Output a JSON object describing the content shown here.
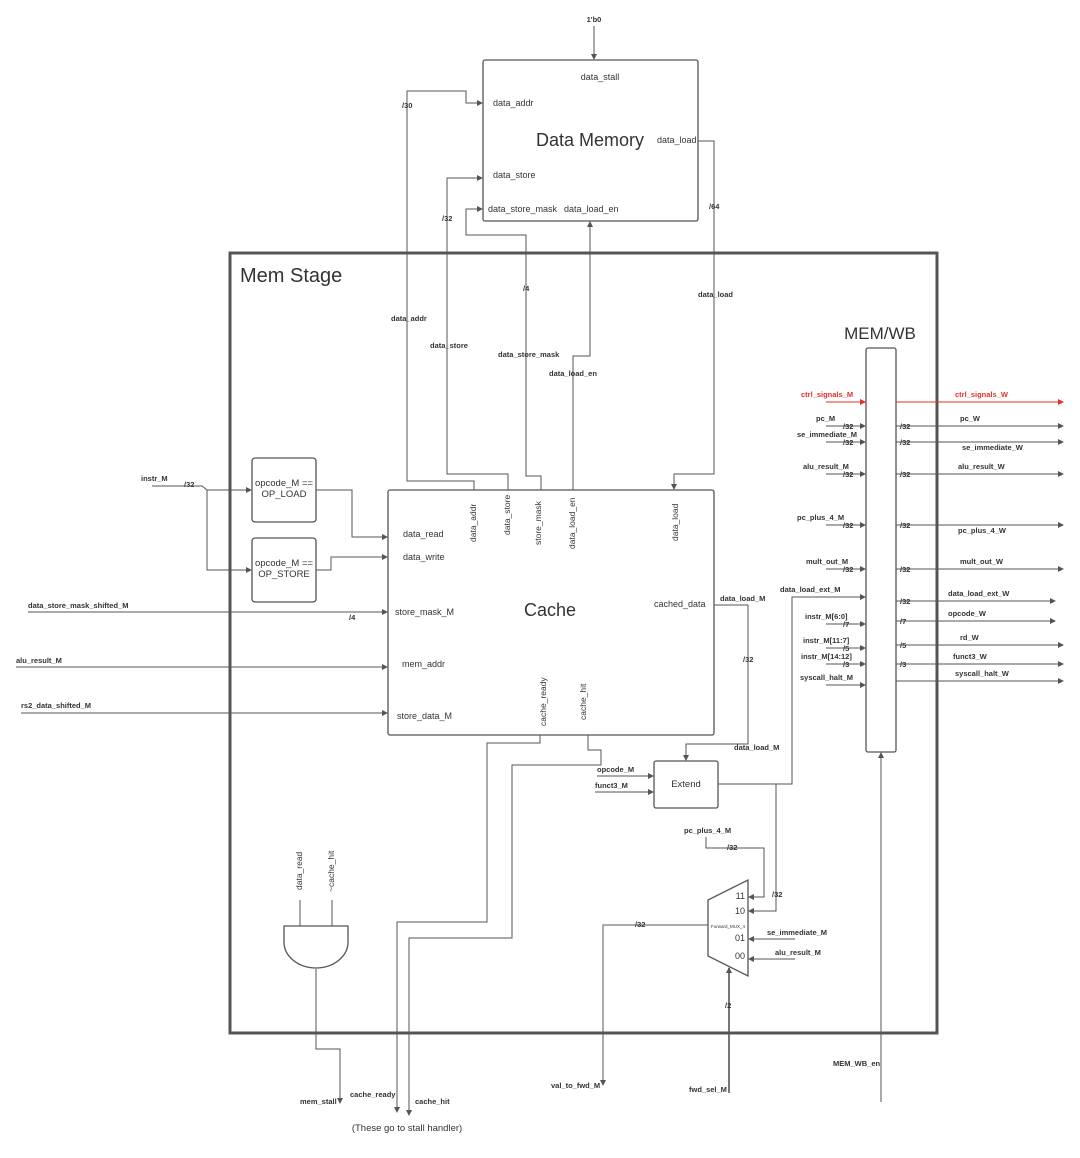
{
  "diagram": {
    "stage_title": "Mem Stage",
    "data_memory": {
      "title": "Data Memory",
      "ports": {
        "data_stall": "data_stall",
        "data_addr": "data_addr",
        "data_load": "data_load",
        "data_store": "data_store",
        "data_store_mask": "data_store_mask",
        "data_load_en": "data_load_en"
      },
      "const_input": "1'b0"
    },
    "cache": {
      "title": "Cache",
      "ports": {
        "data_read": "data_read",
        "data_write": "data_write",
        "store_mask_M": "store_mask_M",
        "mem_addr": "mem_addr",
        "store_data_M": "store_data_M",
        "cached_data": "cached_data",
        "data_addr": "data_addr",
        "data_store": "data_store",
        "store_mask": "store_mask",
        "data_load_en": "data_load_en",
        "data_load": "data_load",
        "cache_ready": "cache_ready",
        "cache_hit": "cache_hit"
      }
    },
    "opcode_load": {
      "line1": "opcode_M ==",
      "line2": "OP_LOAD"
    },
    "opcode_store": {
      "line1": "opcode_M ==",
      "line2": "OP_STORE"
    },
    "extend": {
      "title": "Extend"
    },
    "mux": {
      "title": "Forward_MUX_4",
      "inputs": [
        "11",
        "10",
        "01",
        "00"
      ]
    },
    "mem_wb": {
      "title": "MEM/WB"
    },
    "and_gate": {
      "inputs": [
        "data_read",
        "~cache_hit"
      ]
    },
    "signals": {
      "instr_M": "instr_M",
      "data_store_mask_shifted_M": "data_store_mask_shifted_M",
      "alu_result_M": "alu_result_M",
      "rs2_data_shifted_M": "rs2_data_shifted_M",
      "data_addr_wire": "data_addr",
      "data_store_wire": "data_store",
      "data_store_mask_wire": "data_store_mask",
      "data_load_en_wire": "data_load_en",
      "data_load_wire": "data_load",
      "data_load_M_1": "data_load_M",
      "data_load_M_2": "data_load_M",
      "opcode_M": "opcode_M",
      "funct3_M": "funct3_M",
      "pc_plus_4_M_mux": "pc_plus_4_M",
      "se_immediate_M_mux": "se_immediate_M",
      "alu_result_M_mux": "alu_result_M",
      "val_to_fwd_M": "val_to_fwd_M",
      "fwd_sel_M": "fwd_sel_M",
      "MEM_WB_en": "MEM_WB_en",
      "mem_stall": "mem_stall",
      "cache_ready_out": "cache_ready",
      "cache_hit_out": "cache_hit",
      "note": "(These go to stall handler)"
    },
    "widths": {
      "w30": "/30",
      "w32_store": "/32",
      "w4_mask": "/4",
      "w64": "/64",
      "w32_instr": "/32",
      "w4_in": "/4",
      "w32_cached": "/32",
      "w32_pc4": "/32",
      "w32_fwd_in": "/32",
      "w32_val": "/32",
      "w2_sel": "/2"
    },
    "pipeline_inputs": [
      {
        "name": "ctrl_signals_M",
        "width": ""
      },
      {
        "name": "pc_M",
        "width": "/32"
      },
      {
        "name": "se_immediate_M",
        "width": "/32"
      },
      {
        "name": "alu_result_M",
        "width": "/32"
      },
      {
        "name": "pc_plus_4_M",
        "width": "/32"
      },
      {
        "name": "mult_out_M",
        "width": "/32"
      },
      {
        "name": "data_load_ext_M",
        "width": ""
      },
      {
        "name": "instr_M[6:0]",
        "width": "/7"
      },
      {
        "name": "instr_M[11:7]",
        "width": "/5"
      },
      {
        "name": "instr_M[14:12]",
        "width": "/3"
      },
      {
        "name": "syscall_halt_M",
        "width": ""
      }
    ],
    "pipeline_outputs": [
      {
        "name": "ctrl_signals_W",
        "width": ""
      },
      {
        "name": "pc_W",
        "width": "/32"
      },
      {
        "name": "se_immediate_W",
        "width": "/32"
      },
      {
        "name": "alu_result_W",
        "width": "/32"
      },
      {
        "name": "pc_plus_4_W",
        "width": "/32"
      },
      {
        "name": "mult_out_W",
        "width": "/32"
      },
      {
        "name": "data_load_ext_W",
        "width": "/32"
      },
      {
        "name": "opcode_W",
        "width": "/7"
      },
      {
        "name": "rd_W",
        "width": "/5"
      },
      {
        "name": "funct3_W",
        "width": "/3"
      },
      {
        "name": "syscall_halt_W",
        "width": ""
      }
    ],
    "colors": {
      "wire": "#555555",
      "ctrl": "#e03030"
    }
  }
}
